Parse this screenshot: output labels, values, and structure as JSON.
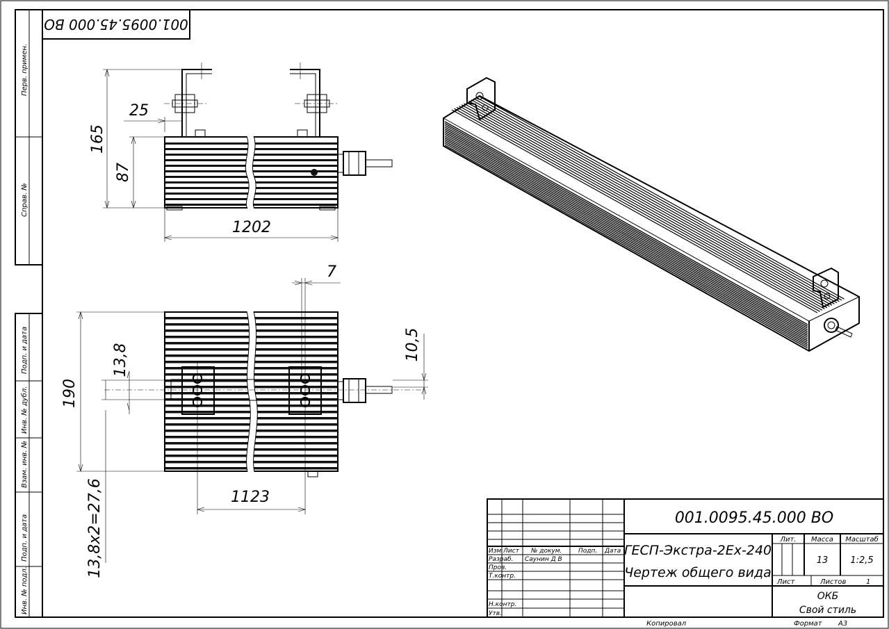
{
  "stamp": {
    "designation_upper": "001.0095.45.000 ВО",
    "designation": "001.0095.45.000 ВО",
    "product_name": "ГЕСП-Экстра-2Ex-240",
    "doc_title": "Чертеж общего вида",
    "col_lit": "Лит.",
    "col_mass": "Масса",
    "col_scale": "Масштаб",
    "mass": "13",
    "scale": "1:2,5",
    "sheet_label": "Лист",
    "sheets_label": "Листов",
    "sheets_count": "1",
    "org_line1": "ОКБ",
    "org_line2": "Свой стиль",
    "hdr_izm": "Изм",
    "hdr_list": "Лист",
    "hdr_docnum": "№ докум.",
    "hdr_sign": "Подп.",
    "hdr_date": "Дата",
    "role_razrab": "Разраб.",
    "role_prov": "Пров.",
    "role_tkontr": "Т.контр.",
    "role_nkontr": "Н.контр.",
    "role_utv": "Утв.",
    "developer_name": "Саунин Д В",
    "copied": "Копировал",
    "format_label": "Формат",
    "format_value": "А3"
  },
  "side_columns": {
    "perv_primen": "Перв. примен.",
    "sprav_no": "Справ. №",
    "podp_data_1": "Подп. и дата",
    "inv_dubl": "Инв. № дубл.",
    "vzam_inv": "Взам. инв. №",
    "podp_data_2": "Подп. и дата",
    "inv_podl": "Инв. № подл."
  },
  "dimensions": {
    "d25": "25",
    "d165": "165",
    "d87": "87",
    "d1202": "1202",
    "d7": "7",
    "d10_5": "10,5",
    "d13_8": "13,8",
    "d190": "190",
    "d13_8x2": "13,8х2=27,6",
    "d1123": "1123"
  }
}
